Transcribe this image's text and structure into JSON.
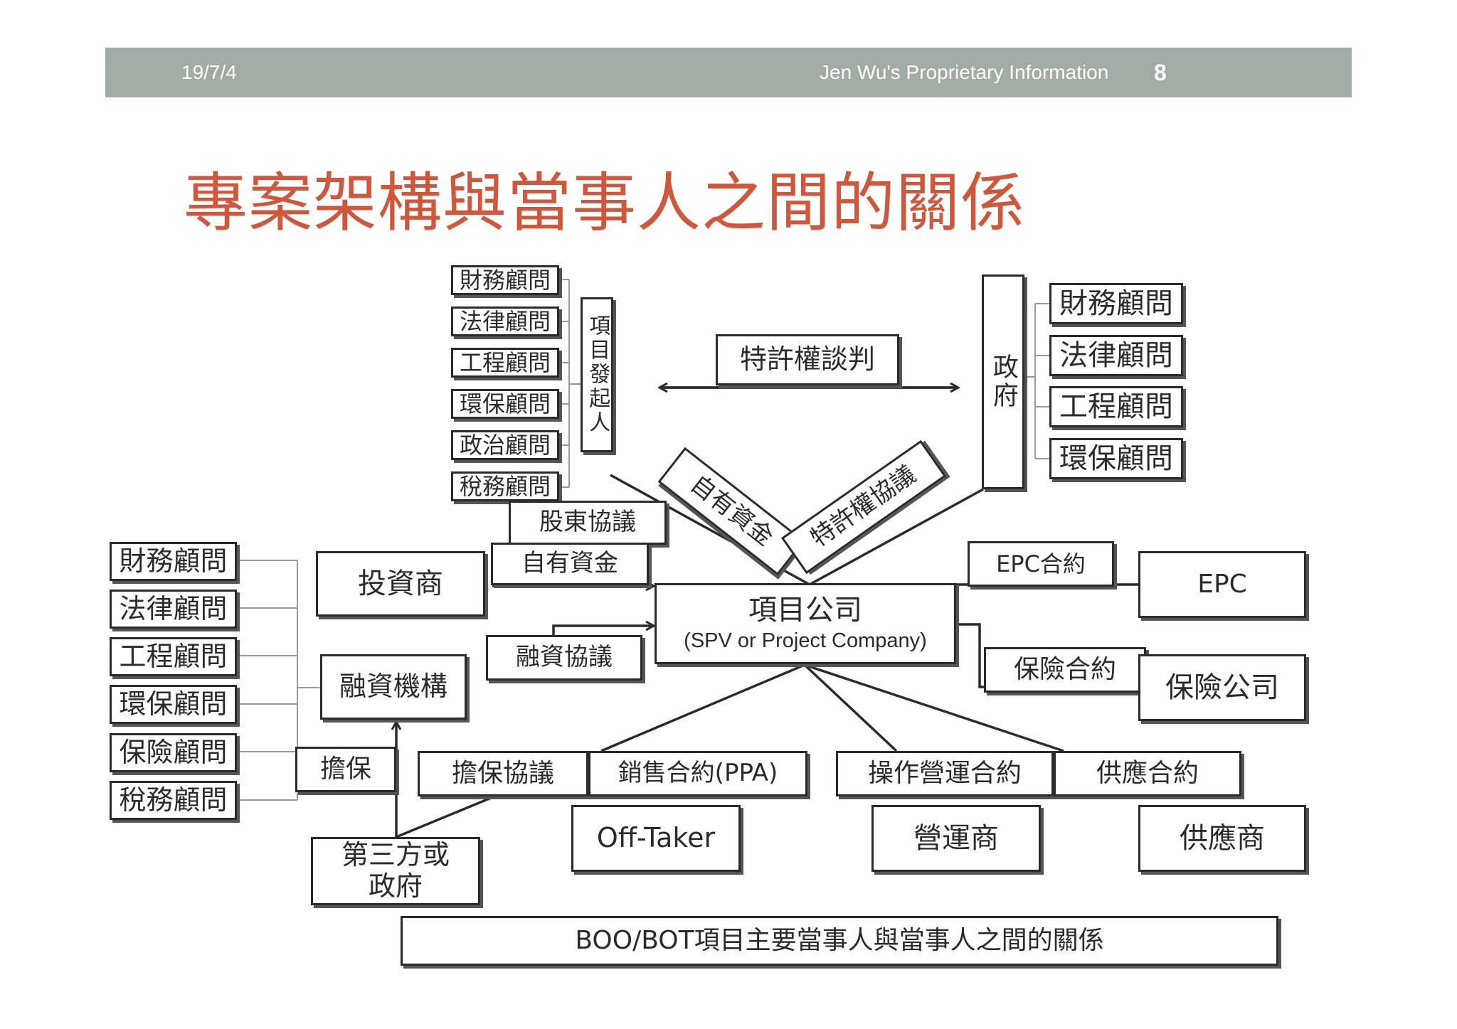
{
  "header": {
    "date": "19/7/4",
    "info": "Jen Wu's Proprietary Information",
    "page": "8"
  },
  "title": "專案架構與當事人之間的關係",
  "diagram": {
    "sponsor": "項目發起人",
    "sponsor_advisors": [
      "財務顧問",
      "法律顧問",
      "工程顧問",
      "環保顧問",
      "政治顧問",
      "稅務顧問"
    ],
    "government": "政府",
    "gov_advisors": [
      "財務顧問",
      "法律顧問",
      "工程顧問",
      "環保顧問"
    ],
    "concession_negotiation": "特許權談判",
    "own_funds_diag": "自有資金",
    "concession_agreement": "特許權協議",
    "shareholders_agreement": "股東協議",
    "investor_own_funds": "自有資金",
    "investor": "投資商",
    "lender_advisors": [
      "財務顧問",
      "法律顧問",
      "工程顧問",
      "環保顧問",
      "保險顧問",
      "稅務顧問"
    ],
    "project_company": "項目公司",
    "project_company_sub": "(SPV or Project Company)",
    "financing_agreement": "融資協議",
    "lender": "融資機構",
    "guarantee": "擔保",
    "epc_contract": "EPC合約",
    "epc": "EPC",
    "insurance_contract": "保險合約",
    "insurer": "保險公司",
    "guarantee_agreement": "擔保協議",
    "ppa": "銷售合約(PPA)",
    "om_contract": "操作營運合約",
    "supply_contract": "供應合約",
    "third_party_line1": "第三方或",
    "third_party_line2": "政府",
    "offtaker": "Off-Taker",
    "operator": "營運商",
    "supplier": "供應商",
    "caption": "BOO/BOT項目主要當事人與當事人之間的關係"
  }
}
